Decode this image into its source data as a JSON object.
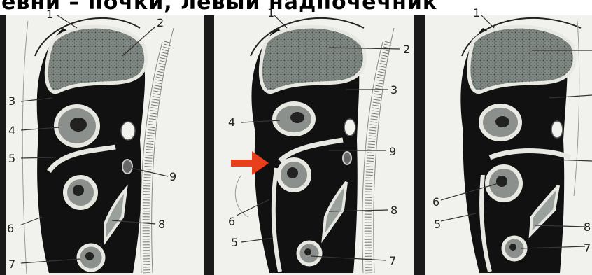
{
  "title": "евни – почки, левый надпочечник",
  "panels": [
    {
      "id": "left",
      "labels": [
        "1",
        "2",
        "3",
        "4",
        "5",
        "9",
        "6",
        "8",
        "7"
      ]
    },
    {
      "id": "middle",
      "labels": [
        "1",
        "2",
        "3",
        "4",
        "9",
        "8",
        "6",
        "5",
        "7"
      ]
    },
    {
      "id": "right",
      "labels": [
        "1",
        "6",
        "5",
        "8",
        "7"
      ]
    }
  ],
  "colors": {
    "arrow": "#e8401c",
    "panel_bg": "#f1f1ed",
    "tissue_dark": "#111111",
    "organ_gray": "#7f8782",
    "divider": "#1a1a1a"
  }
}
